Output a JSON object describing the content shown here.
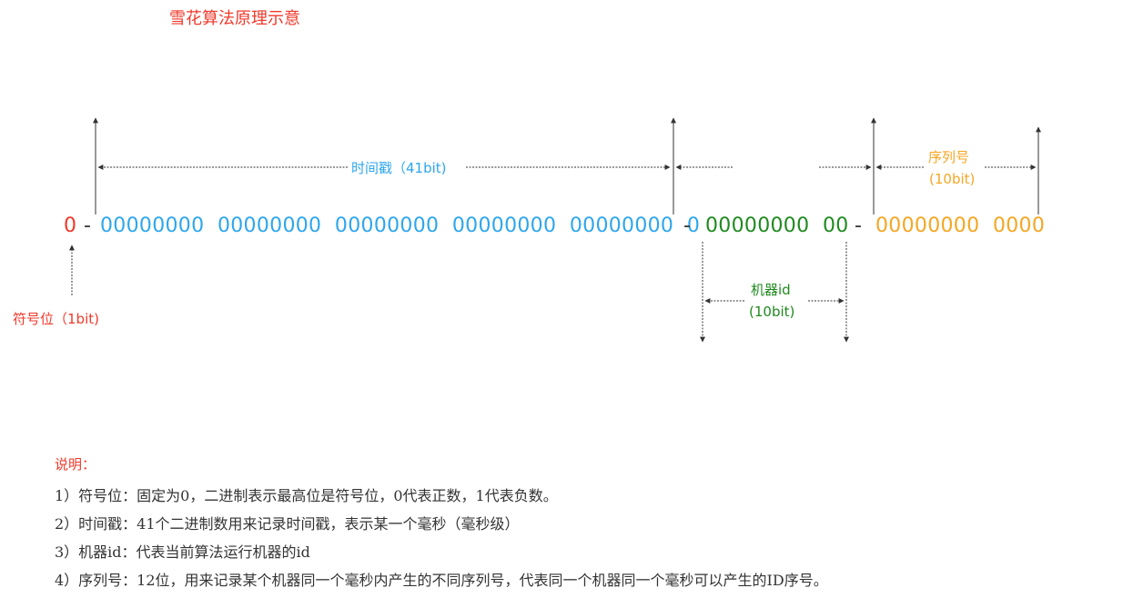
{
  "colors": {
    "sign": "#f0392b",
    "timestamp": "#2da6ee",
    "machine": "#1f8a1f",
    "sequence": "#f5a623",
    "text": "#333333",
    "arrow": "#333333"
  },
  "title": "雪花算法原理示意",
  "bits": {
    "sign": "0",
    "sep1": "-",
    "timestamp": "00000000  00000000  00000000  00000000  00000000  0",
    "sep2": "-",
    "machine": "00000000  00",
    "sep3": "-",
    "sequence": "00000000  0000"
  },
  "labels": {
    "timestamp": "时间戳（41bit)",
    "sequence_name": "序列号",
    "sequence_bits": "(10bit)",
    "machine_name": "机器id",
    "machine_bits": "(10bit)",
    "sign": "符号位（1bit)"
  },
  "notes": {
    "heading": "说明：",
    "items": [
      "1）符号位：固定为0，二进制表示最高位是符号位，0代表正数，1代表负数。",
      "2）时间戳：41个二进制数用来记录时间戳，表示某一个毫秒（毫秒级）",
      "3）机器id：代表当前算法运行机器的id",
      "4）序列号：12位，用来记录某个机器同一个毫秒内产生的不同序列号，代表同一个机器同一个毫秒可以产生的ID序号。"
    ]
  }
}
